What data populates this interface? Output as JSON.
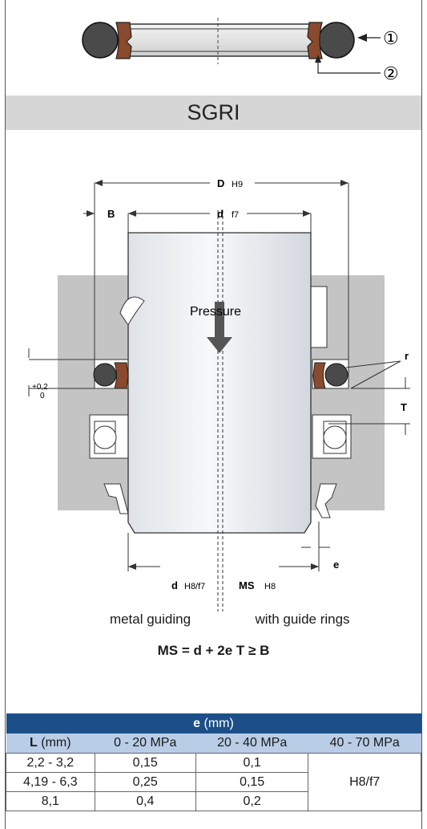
{
  "diagram": {
    "callouts": [
      "①",
      "②"
    ],
    "title": "SGRI",
    "dims": {
      "D": "D",
      "D_tol": "H9",
      "d": "d",
      "d_tol": "f7",
      "B": "B",
      "pressure": "Pressure",
      "r": "r",
      "T": "T",
      "e": "e",
      "tol_plus": "+0,2",
      "tol_zero": "0",
      "d_bottom": "d",
      "d_bottom_tol": "H8/f7",
      "MS": "MS",
      "MS_tol": "H8"
    },
    "captions": {
      "left": "metal guiding",
      "right": "with guide rings"
    },
    "formula": "MS = d + 2e T ≥ B"
  },
  "table": {
    "header_e_bold": "e",
    "header_e_unit": " (mm)",
    "col_L_bold": "L",
    "col_L_unit": " (mm)",
    "col_1": "0 - 20 MPa",
    "col_2": "20 - 40 MPa",
    "col_3": "40 - 70 MPa",
    "rows": [
      {
        "L": "2,2 - 3,2",
        "c1": "0,15",
        "c2": "0,1"
      },
      {
        "L": "4,19 - 6,3",
        "c1": "0,25",
        "c2": "0,15"
      },
      {
        "L": "8,1",
        "c1": "0,4",
        "c2": "0,2"
      }
    ],
    "merged": "H8/f7"
  },
  "colors": {
    "header_blue": "#1c4f87",
    "subheader_blue": "#b9cde6",
    "band_gray": "#d6d6d6",
    "seal_brown": "#8a4a2e",
    "oring_gray": "#4a4a4a"
  }
}
